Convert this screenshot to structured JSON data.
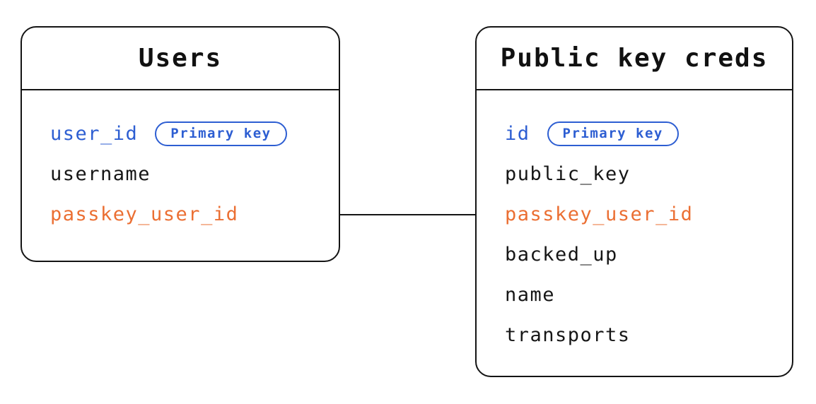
{
  "tables": [
    {
      "title": "Users",
      "fields": [
        {
          "name": "user_id",
          "color": "blue",
          "badge": "Primary key"
        },
        {
          "name": "username",
          "color": "black"
        },
        {
          "name": "passkey_user_id",
          "color": "orange"
        }
      ]
    },
    {
      "title": "Public key creds",
      "fields": [
        {
          "name": "id",
          "color": "blue",
          "badge": "Primary key"
        },
        {
          "name": "public_key",
          "color": "black"
        },
        {
          "name": "passkey_user_id",
          "color": "orange"
        },
        {
          "name": "backed_up",
          "color": "black"
        },
        {
          "name": "name",
          "color": "black"
        },
        {
          "name": "transports",
          "color": "black"
        }
      ]
    }
  ],
  "connector": {
    "from_table": "Users",
    "from_field": "passkey_user_id",
    "to_table": "Public key creds",
    "to_field": "passkey_user_id"
  },
  "colors": {
    "line_color": "#141414",
    "primary_blue": "#2d5ed2",
    "highlight_orange": "#eb6f33",
    "field_black": "#161616"
  }
}
